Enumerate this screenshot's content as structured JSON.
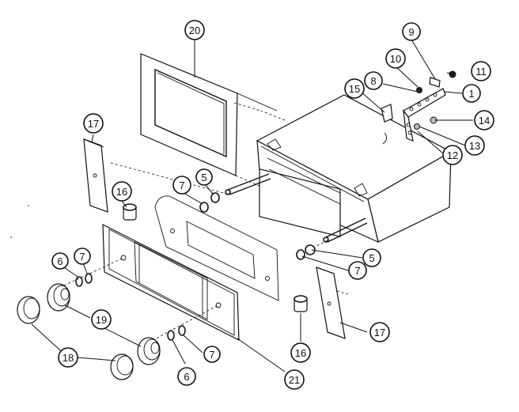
{
  "callouts": [
    {
      "id": "c20",
      "label": "20"
    },
    {
      "id": "c9",
      "label": "9"
    },
    {
      "id": "c10",
      "label": "10"
    },
    {
      "id": "c11",
      "label": "11"
    },
    {
      "id": "c8",
      "label": "8"
    },
    {
      "id": "c1",
      "label": "1"
    },
    {
      "id": "c15",
      "label": "15"
    },
    {
      "id": "c14",
      "label": "14"
    },
    {
      "id": "c13",
      "label": "13"
    },
    {
      "id": "c12",
      "label": "12"
    },
    {
      "id": "c17a",
      "label": "17"
    },
    {
      "id": "c7a",
      "label": "7"
    },
    {
      "id": "c5a",
      "label": "5"
    },
    {
      "id": "c16a",
      "label": "16"
    },
    {
      "id": "c6a",
      "label": "6"
    },
    {
      "id": "c7b",
      "label": "7"
    },
    {
      "id": "c5b",
      "label": "5"
    },
    {
      "id": "c7c",
      "label": "7"
    },
    {
      "id": "c19",
      "label": "19"
    },
    {
      "id": "c18",
      "label": "18"
    },
    {
      "id": "c6b",
      "label": "6"
    },
    {
      "id": "c7d",
      "label": "7"
    },
    {
      "id": "c16b",
      "label": "16"
    },
    {
      "id": "c17b",
      "label": "17"
    },
    {
      "id": "c21",
      "label": "21"
    }
  ]
}
